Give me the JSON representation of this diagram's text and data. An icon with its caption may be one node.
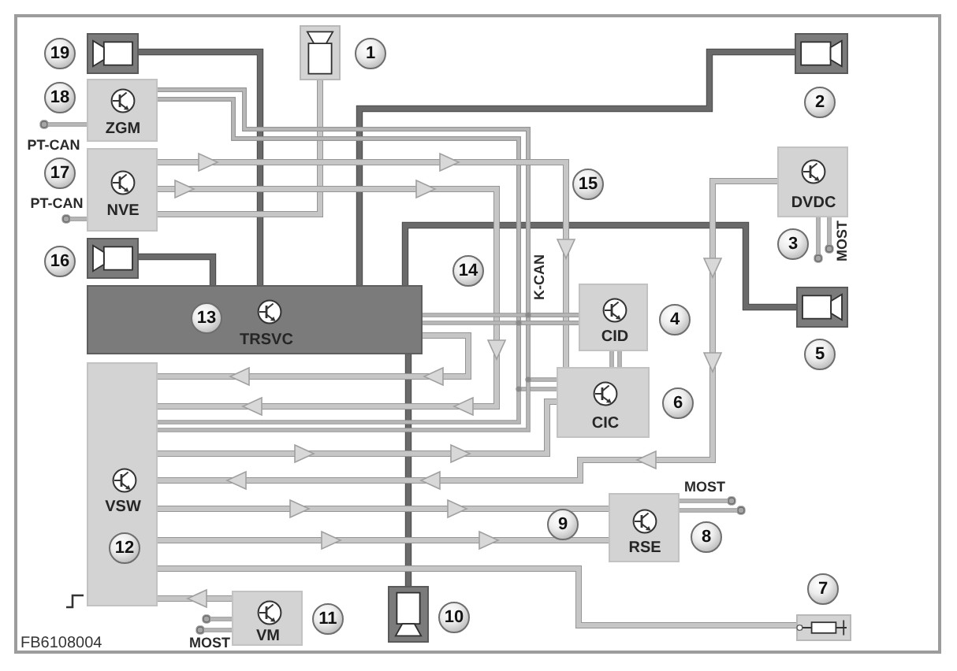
{
  "diagram": {
    "nodes": [
      {
        "text": [],
        "shape": "camera",
        "beside": [
          "19"
        ]
      },
      {
        "text": [],
        "shape": "camera",
        "beside": [
          "1"
        ]
      },
      {
        "text": [],
        "shape": "camera",
        "beside": [
          "2"
        ]
      },
      {
        "text": [
          "ZGM"
        ],
        "beside": [
          "18"
        ]
      },
      {
        "text": [
          "NVE"
        ],
        "beside": [
          "17"
        ]
      },
      {
        "text": [
          "DVDC"
        ],
        "beside": [
          "3"
        ]
      },
      {
        "text": [],
        "shape": "camera",
        "beside": [
          "16"
        ]
      },
      {
        "text": [
          "13",
          "TRSVC"
        ]
      },
      {
        "text": [
          "CID"
        ],
        "beside": [
          "4"
        ]
      },
      {
        "text": [],
        "shape": "camera",
        "beside": [
          "5"
        ]
      },
      {
        "text": [
          "VSW",
          "12"
        ]
      },
      {
        "text": [
          "CIC"
        ],
        "beside": [
          "6"
        ]
      },
      {
        "text": [
          "RSE"
        ],
        "beside": [
          "8"
        ]
      },
      {
        "text": [
          "VM"
        ],
        "beside": [
          "11"
        ]
      },
      {
        "text": [],
        "shape": "camera",
        "beside": [
          "10"
        ]
      },
      {
        "text": [],
        "shape": "fuse",
        "beside": [
          "7"
        ]
      }
    ],
    "edges": [
      {
        "from": 0,
        "to": 7,
        "arrow": "none",
        "color": "#6b6b6b"
      },
      {
        "from": 2,
        "to": 7,
        "arrow": "none",
        "color": "#6b6b6b"
      },
      {
        "from": 1,
        "to": 4,
        "arrow": "none"
      },
      {
        "from": 3,
        "to": null,
        "arrow": "other",
        "label": "PT-CAN"
      },
      {
        "from": 3,
        "to": 8,
        "arrow": "none"
      },
      {
        "from": 3,
        "to": 11,
        "arrow": "none"
      },
      {
        "from": 3,
        "to": 10,
        "arrow": "none",
        "label": "K-CAN"
      },
      {
        "from": 4,
        "to": null,
        "arrow": "other",
        "label": "PT-CAN"
      },
      {
        "from": 4,
        "to": 11,
        "arrow": "to"
      },
      {
        "from": 4,
        "to": 10,
        "arrow": "to"
      },
      {
        "from": 5,
        "to": null,
        "arrow": "other"
      },
      {
        "from": 5,
        "to": null,
        "arrow": "other",
        "label": "MOST"
      },
      {
        "from": 5,
        "to": 10,
        "arrow": "to"
      },
      {
        "from": 6,
        "to": 7,
        "arrow": "none",
        "color": "#6b6b6b"
      },
      {
        "from": 9,
        "to": 7,
        "arrow": "none",
        "color": "#6b6b6b"
      },
      {
        "from": 7,
        "to": 8,
        "arrow": "none"
      },
      {
        "from": 7,
        "to": 10,
        "arrow": "to"
      },
      {
        "from": 8,
        "to": 11,
        "arrow": "none"
      },
      {
        "from": 14,
        "to": 7,
        "arrow": "none",
        "color": "#6b6b6b"
      },
      {
        "from": 10,
        "to": 11,
        "arrow": "to"
      },
      {
        "from": 10,
        "to": 12,
        "arrow": "to"
      },
      {
        "from": 10,
        "to": 12,
        "arrow": "to"
      },
      {
        "from": 12,
        "to": null,
        "arrow": "other",
        "label": "MOST"
      },
      {
        "from": 12,
        "to": null,
        "arrow": "other"
      },
      {
        "from": 10,
        "to": 15,
        "arrow": "none"
      },
      {
        "from": 13,
        "to": 10,
        "arrow": "to"
      },
      {
        "from": 13,
        "to": null,
        "arrow": "other"
      },
      {
        "from": 13,
        "to": null,
        "arrow": "other",
        "label": "MOST"
      }
    ],
    "labels": [
      "15",
      "14",
      "9",
      "FB6108004"
    ]
  }
}
